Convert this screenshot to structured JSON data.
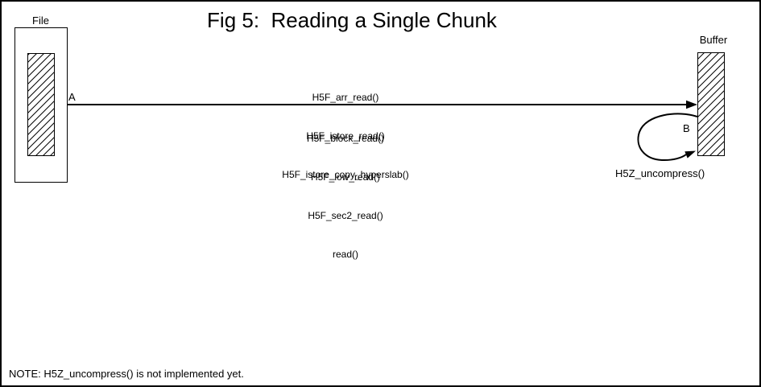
{
  "title": "Fig 5:  Reading a Single Chunk",
  "file": {
    "label": "File"
  },
  "buffer": {
    "label": "Buffer"
  },
  "arrows": {
    "a_label": "A",
    "b_label": "B",
    "b_caption": "H5Z_uncompress()"
  },
  "call_stack": {
    "above_arrow": [
      "H5F_arr_read()",
      "H5F_istore_read()",
      "H5F_istore_copy_hyperslab()"
    ],
    "below_arrow": [
      "H5F_block_read()",
      "H5F_low_read()",
      "H5F_sec2_read()",
      "read()"
    ]
  },
  "note": "NOTE: H5Z_uncompress() is not implemented yet.",
  "colors": {
    "ink": "#000000",
    "paper": "#ffffff"
  }
}
